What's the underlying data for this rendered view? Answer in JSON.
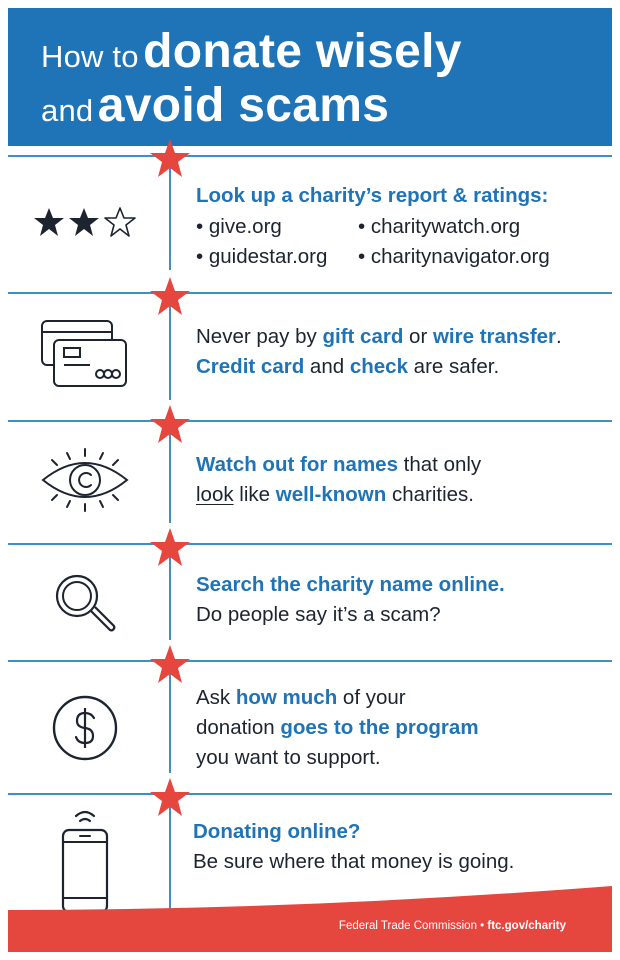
{
  "header": {
    "line1_light": "How to",
    "line1_bold": "donate wisely",
    "line2_light": "and",
    "line2_bold": "avoid scams"
  },
  "tips": {
    "ratings": {
      "heading": "Look up a charity’s report & ratings:",
      "sites": [
        "• give.org",
        "• charitywatch.org",
        "• guidestar.org",
        "• charitynavigator.org"
      ],
      "icon": "star-rating-icon"
    },
    "payment": {
      "l1_a": "Never pay by ",
      "l1_b": "gift card",
      "l1_c": " or ",
      "l1_d": "wire transfer",
      "l1_e": ".",
      "l2_a": "Credit card",
      "l2_b": " and ",
      "l2_c": "check",
      "l2_d": " are safer.",
      "icon": "credit-cards-icon"
    },
    "names": {
      "l1_a": "Watch out for names",
      "l1_b": " that only",
      "l2_a": "look",
      "l2_b": " like ",
      "l2_c": "well-known",
      "l2_d": " charities.",
      "icon": "eye-copyright-icon"
    },
    "search": {
      "l1": "Search the charity name online.",
      "l2": "Do people say it’s a scam?",
      "icon": "magnifier-icon"
    },
    "money": {
      "l1_a": "Ask ",
      "l1_b": "how much",
      "l1_c": " of your",
      "l2_a": "donation ",
      "l2_b": "goes to the program",
      "l3": "you want to support.",
      "icon": "dollar-coin-icon"
    },
    "online": {
      "l1": "Donating online?",
      "l2": "Be sure where that money is going.",
      "icon": "smartphone-wifi-icon"
    }
  },
  "footer": {
    "agency": "Federal Trade Commission • ",
    "url": "ftc.gov/charity"
  },
  "colors": {
    "brand_blue": "#1f73b7",
    "star_red": "#e5473f",
    "rule_blue": "#3d8fc4",
    "ink": "#1d2430"
  }
}
